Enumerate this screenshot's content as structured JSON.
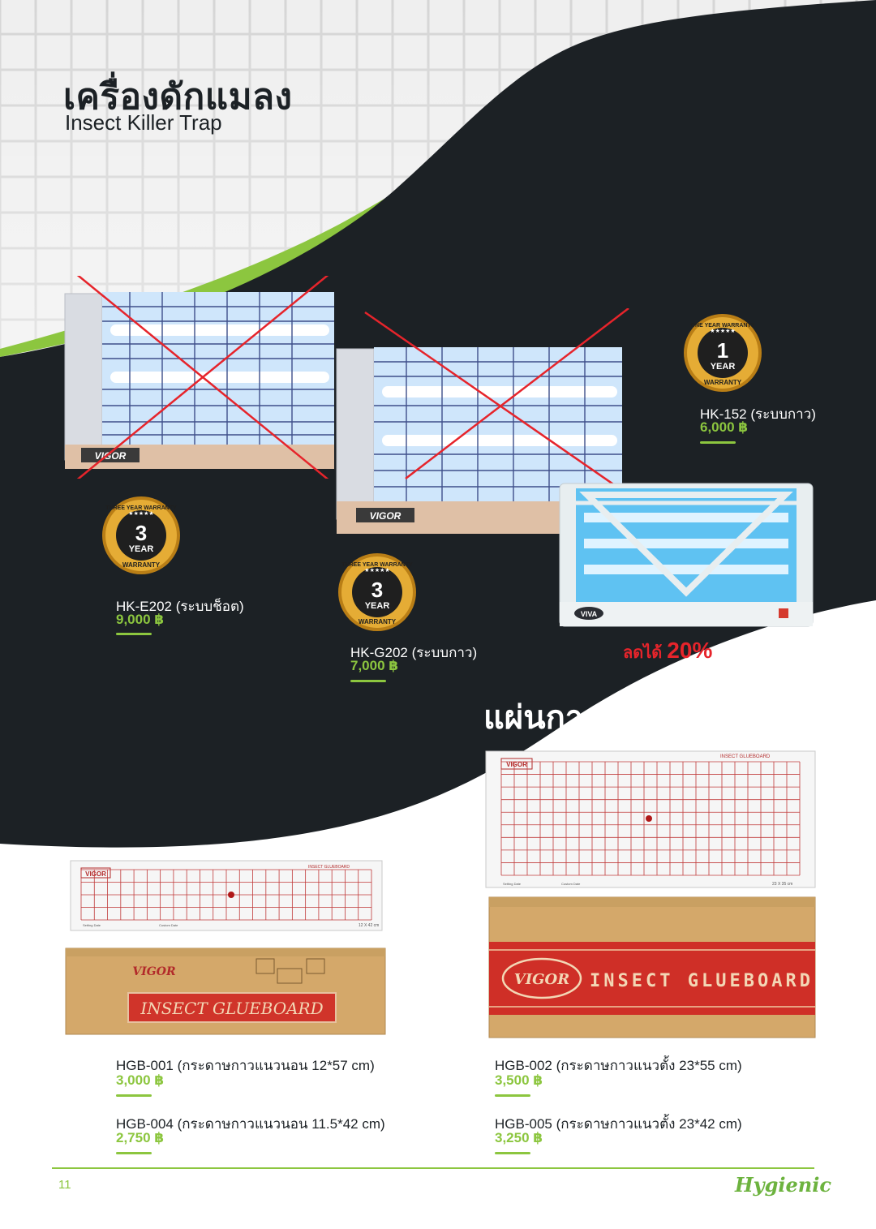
{
  "header": {
    "title_th": "เครื่องดักแมลง",
    "title_en": "Insect Killer Trap"
  },
  "products": [
    {
      "id": "hk-e202",
      "name": "HK-E202 (ระบบช็อต)",
      "price": "9,000 ฿",
      "warranty_number": "3",
      "warranty_top": "THREE YEAR WARRANTY",
      "warranty_word": "YEAR",
      "warranty_bottom": "WARRANTY",
      "brand_label": "VIGOR",
      "crossed_out": true
    },
    {
      "id": "hk-g202",
      "name": "HK-G202 (ระบบกาว)",
      "price": "7,000 ฿",
      "warranty_number": "3",
      "warranty_top": "THREE YEAR WARRANTY",
      "warranty_word": "YEAR",
      "warranty_bottom": "WARRANTY",
      "brand_label": "VIGOR",
      "crossed_out": true
    },
    {
      "id": "hk-152",
      "name": "HK-152 (ระบบกาว)",
      "price": "6,000 ฿",
      "warranty_number": "1",
      "warranty_top": "ONE YEAR WARRANTY",
      "warranty_word": "YEAR",
      "warranty_bottom": "WARRANTY",
      "brand_label": "VIVA",
      "crossed_out": false
    }
  ],
  "promo": {
    "discount_label": "ลดได้",
    "discount_value": "20%"
  },
  "section2_title": "แผ่นกาวเครื่องดักแมลง",
  "glueboards": [
    {
      "id": "hgb-001",
      "name": "HGB-001 (กระดาษกาวแนวนอน 12*57 cm)",
      "price": "3,000 ฿"
    },
    {
      "id": "hgb-004",
      "name": "HGB-004 (กระดาษกาวแนวนอน 11.5*42 cm)",
      "price": "2,750 ฿"
    },
    {
      "id": "hgb-002",
      "name": "HGB-002 (กระดาษกาวแนวตั้ง 23*55 cm)",
      "price": "3,500 ฿"
    },
    {
      "id": "hgb-005",
      "name": "HGB-005 (กระดาษกาวแนวตั้ง 23*42 cm)",
      "price": "3,250 ฿"
    }
  ],
  "sheet_labels": {
    "header": "INSECT GLUEBOARD",
    "setting_date": "Setting Date",
    "custom_date": "Custom Date",
    "size_small": "12 X 42 cm",
    "size_large": "23 X 35 cm",
    "logo": "VIGOR"
  },
  "box_labels": {
    "logo": "VIGOR",
    "small_text": "INSECT   GLUEBOARD",
    "large_text": "INSECT GLUEBOARD"
  },
  "footer": {
    "page_number": "11",
    "brand": "Hygienic"
  },
  "colors": {
    "dark": "#1c2125",
    "accent_green": "#8cc63f",
    "red": "#e6242b",
    "tile": "#e9e9e9"
  }
}
